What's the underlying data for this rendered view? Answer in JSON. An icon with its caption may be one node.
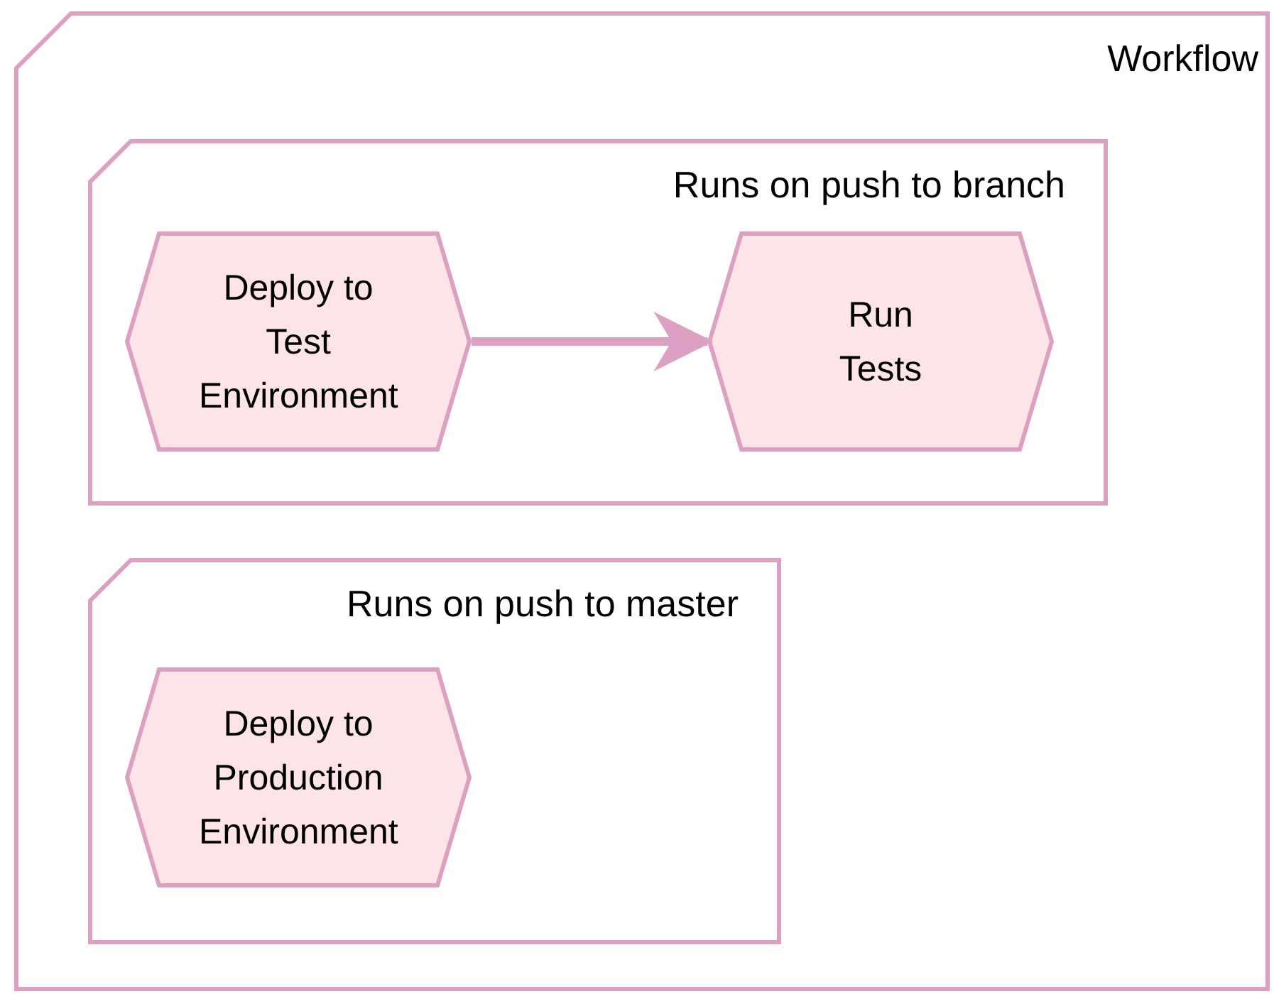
{
  "diagram": {
    "nodes": [
      {
        "text": [
          "Workflow"
        ]
      },
      {
        "text": [
          "Runs on push to branch"
        ],
        "in": 0
      },
      {
        "text": [
          "Deploy to Test Environment"
        ],
        "in": 1
      },
      {
        "text": [
          "Run Tests"
        ],
        "in": 1
      },
      {
        "text": [
          "Runs on push to master"
        ],
        "in": 0
      },
      {
        "text": [
          "Deploy to Production Environment"
        ],
        "in": 4
      }
    ],
    "edges": [
      {
        "from": 2,
        "to": 3,
        "arrow": "to"
      }
    ]
  }
}
